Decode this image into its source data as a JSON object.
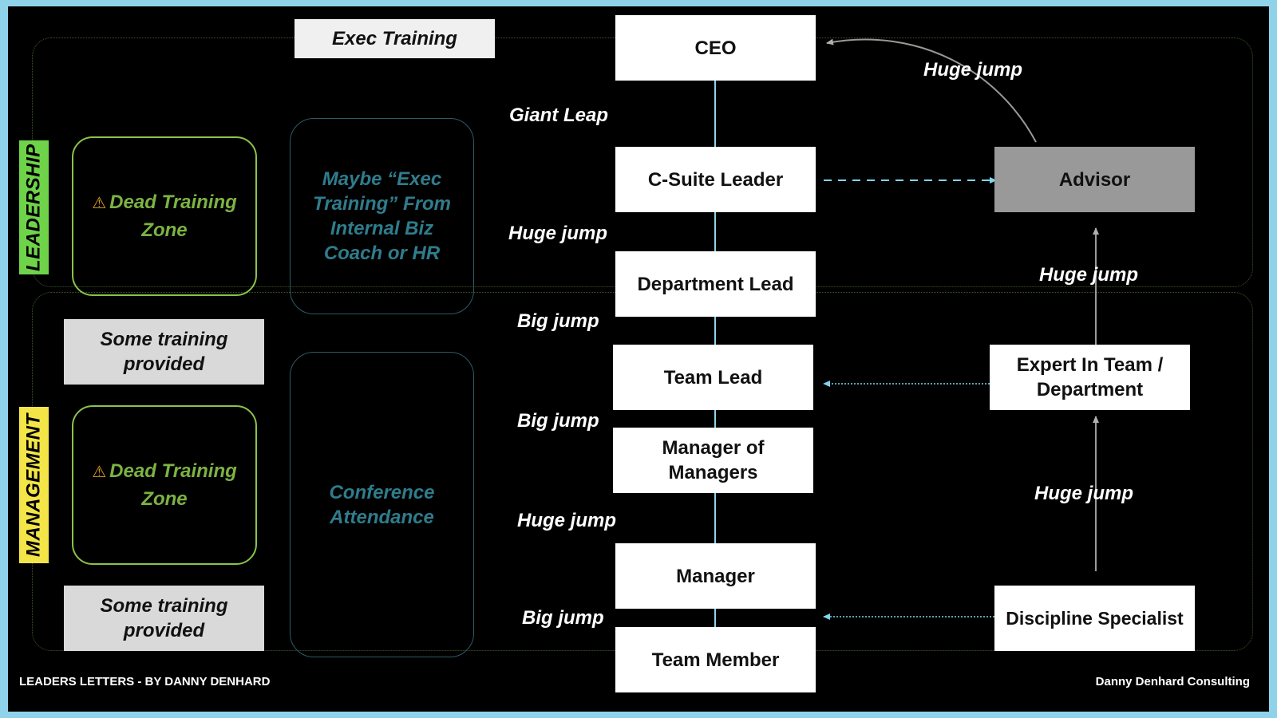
{
  "colors": {
    "frame": "#8fd3ea",
    "background": "#000000",
    "role_box": "#ffffff",
    "advisor_box": "#999999",
    "leadership_tag": "#6fd34a",
    "management_tag": "#f3e547",
    "dead_zone": "#8bc34a",
    "teal_text": "#2f7c8c",
    "dashed_arrow": "#7fd4f0"
  },
  "roles": {
    "ceo": "CEO",
    "c_suite": "C-Suite Leader",
    "department_lead": "Department Lead",
    "team_lead": "Team Lead",
    "manager_of_managers": "Manager of Managers",
    "manager": "Manager",
    "team_member": "Team Member",
    "advisor": "Advisor",
    "expert": "Expert In Team / Department",
    "specialist": "Discipline Specialist"
  },
  "jumps": {
    "ceo_csuite": "Giant Leap",
    "csuite_dept": "Huge jump",
    "dept_teamlead": "Big jump",
    "teamlead_mom": "Big jump",
    "mom_manager": "Huge jump",
    "manager_member": "Big jump",
    "advisor_ceo": "Huge jump",
    "expert_advisor": "Huge jump",
    "specialist_expert": "Huge jump"
  },
  "training": {
    "exec": "Exec Training",
    "some_top": "Some training provided",
    "some_bottom": "Some training provided",
    "dead_zone_top": "Dead Training Zone",
    "dead_zone_bottom": "Dead Training Zone",
    "maybe_exec": "Maybe “Exec Training” From Internal Biz Coach or HR",
    "conference": "Conference Attendance"
  },
  "icons": {
    "warning_glyph": "⚠"
  },
  "tags": {
    "leadership": "LEADERSHIP",
    "management": "MANAGEMENT"
  },
  "footer": {
    "left": "LEADERS LETTERS - BY DANNY DENHARD",
    "right": "Danny Denhard Consulting"
  }
}
